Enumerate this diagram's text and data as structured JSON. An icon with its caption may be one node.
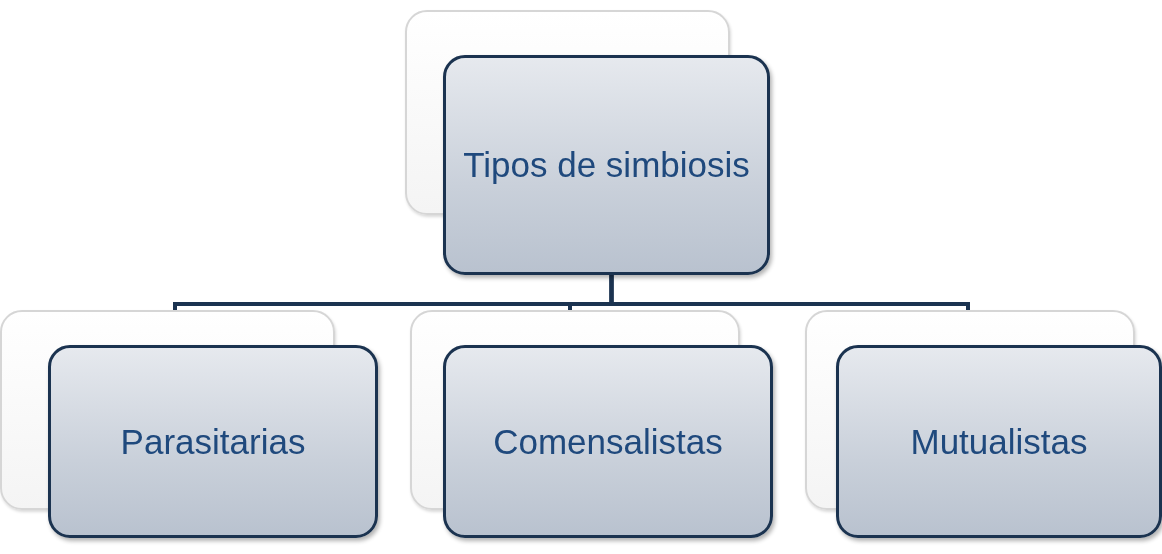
{
  "diagram": {
    "nodes": [
      {
        "text": [
          "Tipos de simbiosis"
        ]
      },
      {
        "text": [
          "Parasitarias"
        ]
      },
      {
        "text": [
          "Comensalistas"
        ]
      },
      {
        "text": [
          "Mutualistas"
        ]
      }
    ],
    "edges": [
      {
        "from": 0,
        "to": 1,
        "arrow": "none"
      },
      {
        "from": 0,
        "to": 2,
        "arrow": "none"
      },
      {
        "from": 0,
        "to": 3,
        "arrow": "none"
      }
    ]
  }
}
